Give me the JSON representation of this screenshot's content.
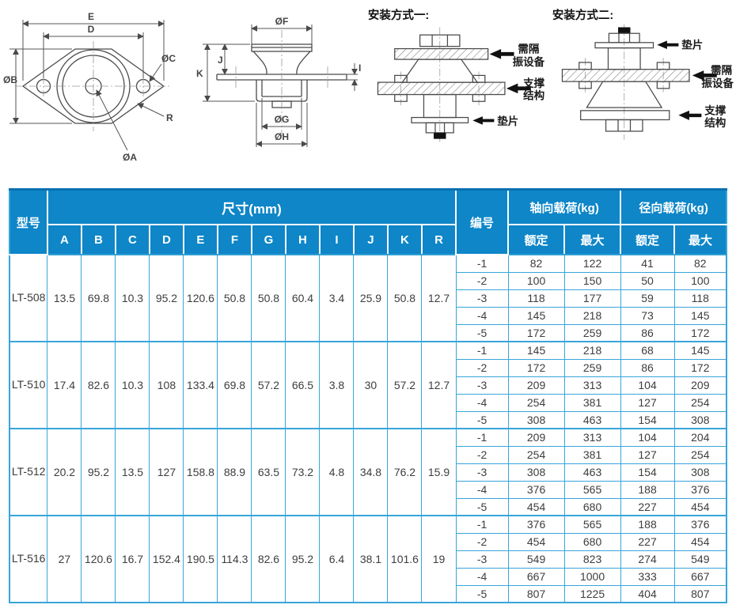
{
  "colors": {
    "header_bg": "#0E86C8",
    "grid_blue": "#38A5DA",
    "header_text": "#FFFFFF",
    "body_text": "#3D3D3D"
  },
  "diagrams": {
    "top_view": {
      "labels": {
        "E": "E",
        "D": "D",
        "OB": "ØB",
        "OC": "ØC",
        "R": "R",
        "OA": "ØA"
      }
    },
    "side_view": {
      "labels": {
        "OF": "ØF",
        "K": "K",
        "J": "J",
        "I": "I",
        "OG": "ØG",
        "OH": "ØH"
      }
    },
    "install_one": {
      "title": "安装方式一:",
      "equipment_l1": "需隔",
      "equipment_l2": "振设备",
      "support_l1": "支撑",
      "support_l2": "结构",
      "washer": "垫片"
    },
    "install_two": {
      "title": "安装方式二:",
      "washer": "垫片",
      "equipment_l1": "需隔",
      "equipment_l2": "振设备",
      "support_l1": "支撑",
      "support_l2": "结构"
    }
  },
  "table": {
    "headers": {
      "model": "型号",
      "dims_group": "尺寸(mm)",
      "dim_cols": [
        "A",
        "B",
        "C",
        "D",
        "E",
        "F",
        "G",
        "H",
        "I",
        "J",
        "K",
        "R"
      ],
      "number": "编号",
      "axial_group": "轴向载荷(kg)",
      "radial_group": "径向载荷(kg)",
      "rated": "额定",
      "max": "最大"
    },
    "models": [
      {
        "model": "LT-508",
        "dims": [
          "13.5",
          "69.8",
          "10.3",
          "95.2",
          "120.6",
          "50.8",
          "50.8",
          "60.4",
          "3.4",
          "25.9",
          "50.8",
          "12.7"
        ],
        "rows": [
          {
            "no": "-1",
            "axial_rated": "82",
            "axial_max": "122",
            "radial_rated": "41",
            "radial_max": "82"
          },
          {
            "no": "-2",
            "axial_rated": "100",
            "axial_max": "150",
            "radial_rated": "50",
            "radial_max": "100"
          },
          {
            "no": "-3",
            "axial_rated": "118",
            "axial_max": "177",
            "radial_rated": "59",
            "radial_max": "118"
          },
          {
            "no": "-4",
            "axial_rated": "145",
            "axial_max": "218",
            "radial_rated": "73",
            "radial_max": "145"
          },
          {
            "no": "-5",
            "axial_rated": "172",
            "axial_max": "259",
            "radial_rated": "86",
            "radial_max": "172"
          }
        ]
      },
      {
        "model": "LT-510",
        "dims": [
          "17.4",
          "82.6",
          "10.3",
          "108",
          "133.4",
          "69.8",
          "57.2",
          "66.5",
          "3.8",
          "30",
          "57.2",
          "12.7"
        ],
        "rows": [
          {
            "no": "-1",
            "axial_rated": "145",
            "axial_max": "218",
            "radial_rated": "68",
            "radial_max": "145"
          },
          {
            "no": "-2",
            "axial_rated": "172",
            "axial_max": "259",
            "radial_rated": "86",
            "radial_max": "172"
          },
          {
            "no": "-3",
            "axial_rated": "209",
            "axial_max": "313",
            "radial_rated": "104",
            "radial_max": "209"
          },
          {
            "no": "-4",
            "axial_rated": "254",
            "axial_max": "381",
            "radial_rated": "127",
            "radial_max": "254"
          },
          {
            "no": "-5",
            "axial_rated": "308",
            "axial_max": "463",
            "radial_rated": "154",
            "radial_max": "308"
          }
        ]
      },
      {
        "model": "LT-512",
        "dims": [
          "20.2",
          "95.2",
          "13.5",
          "127",
          "158.8",
          "88.9",
          "63.5",
          "73.2",
          "4.8",
          "34.8",
          "76.2",
          "15.9"
        ],
        "rows": [
          {
            "no": "-1",
            "axial_rated": "209",
            "axial_max": "313",
            "radial_rated": "104",
            "radial_max": "204"
          },
          {
            "no": "-2",
            "axial_rated": "254",
            "axial_max": "381",
            "radial_rated": "127",
            "radial_max": "254"
          },
          {
            "no": "-3",
            "axial_rated": "308",
            "axial_max": "463",
            "radial_rated": "154",
            "radial_max": "308"
          },
          {
            "no": "-4",
            "axial_rated": "376",
            "axial_max": "565",
            "radial_rated": "188",
            "radial_max": "376"
          },
          {
            "no": "-5",
            "axial_rated": "454",
            "axial_max": "680",
            "radial_rated": "227",
            "radial_max": "454"
          }
        ]
      },
      {
        "model": "LT-516",
        "dims": [
          "27",
          "120.6",
          "16.7",
          "152.4",
          "190.5",
          "114.3",
          "82.6",
          "95.2",
          "6.4",
          "38.1",
          "101.6",
          "19"
        ],
        "rows": [
          {
            "no": "-1",
            "axial_rated": "376",
            "axial_max": "565",
            "radial_rated": "188",
            "radial_max": "376"
          },
          {
            "no": "-2",
            "axial_rated": "454",
            "axial_max": "680",
            "radial_rated": "227",
            "radial_max": "454"
          },
          {
            "no": "-3",
            "axial_rated": "549",
            "axial_max": "823",
            "radial_rated": "274",
            "radial_max": "549"
          },
          {
            "no": "-4",
            "axial_rated": "667",
            "axial_max": "1000",
            "radial_rated": "333",
            "radial_max": "667"
          },
          {
            "no": "-5",
            "axial_rated": "807",
            "axial_max": "1225",
            "radial_rated": "404",
            "radial_max": "807"
          }
        ]
      }
    ]
  }
}
